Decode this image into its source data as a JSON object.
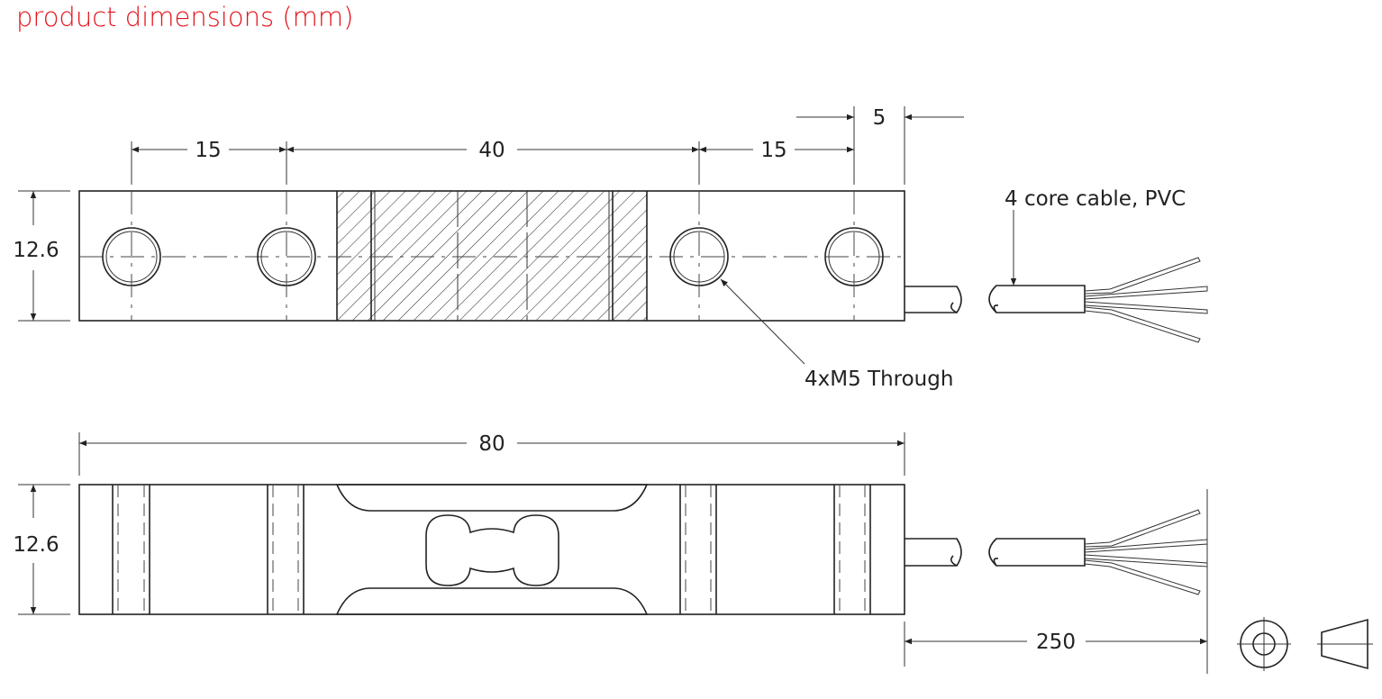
{
  "title": "product dimensions (mm)",
  "dimensions": {
    "hole_pitch_left": "15",
    "center_span": "40",
    "hole_pitch_right": "15",
    "end_offset": "5",
    "height_top_view": "12.6",
    "overall_length": "80",
    "height_side_view": "12.6",
    "cable_length": "250"
  },
  "annotations": {
    "cable": "4 core cable, PVC",
    "holes": "4xM5 Through"
  },
  "colors": {
    "title": "#e3131b",
    "line": "#222222"
  }
}
